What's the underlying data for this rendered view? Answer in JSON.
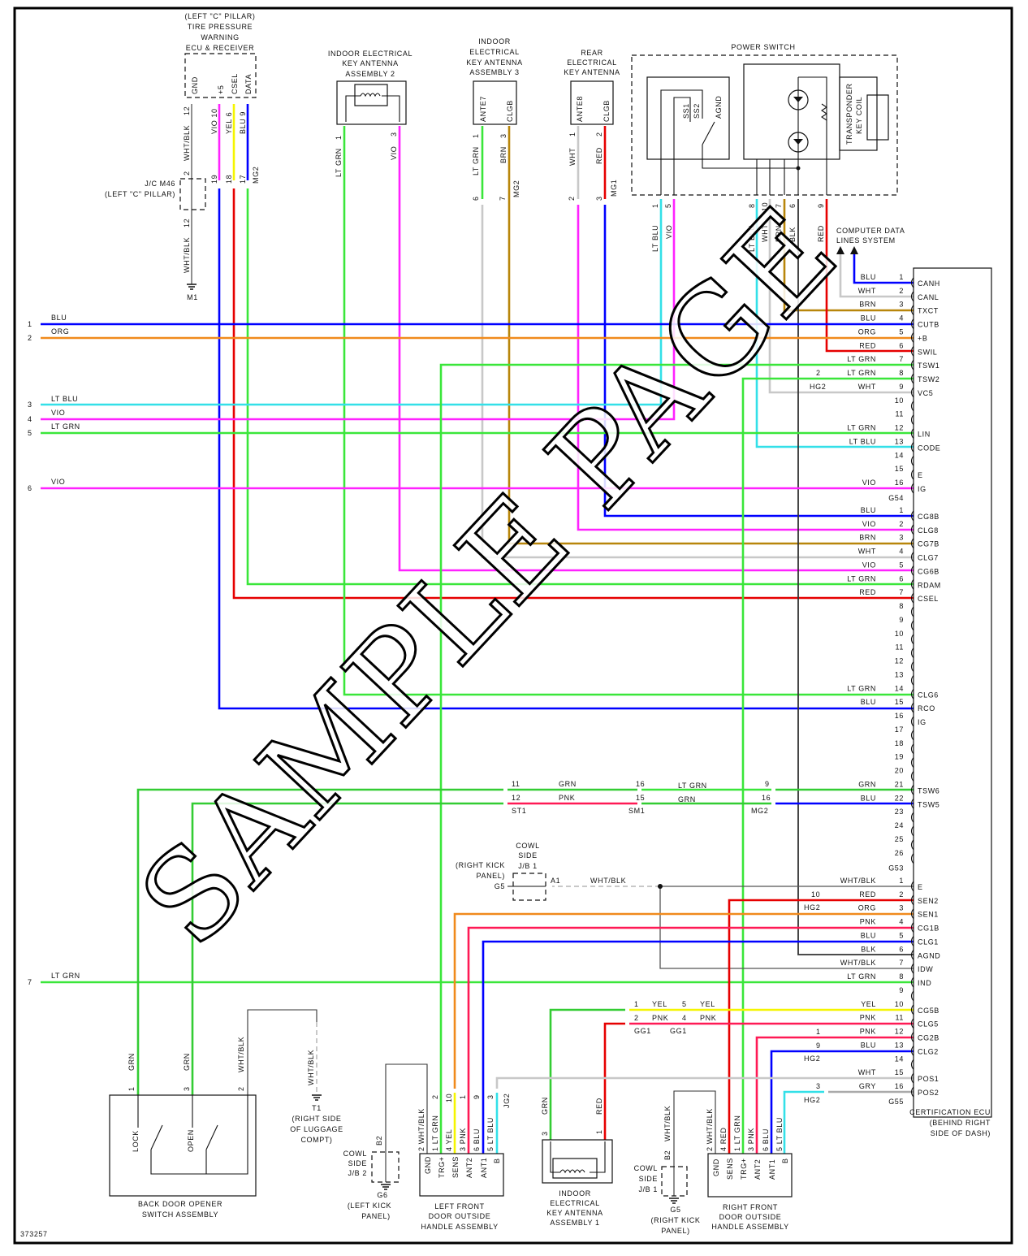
{
  "diagram_id": "373257",
  "watermark": "SAMPLE PAGE",
  "wire_colors": {
    "BLU": "#0000ff",
    "LTGRN": "#3ae63a",
    "GRN": "#33cc33",
    "VIO": "#ff22ff",
    "ORG": "#f08a1c",
    "RED": "#e60000",
    "PNK": "#ff1a55",
    "BRN": "#b8860b",
    "WHT": "#c8c8c8",
    "LTBLU": "#33e0e8",
    "YEL": "#f5f500",
    "BLK": "#333333",
    "WHTBLK": "#555555",
    "GRY": "#aaaaaa"
  },
  "tpms": {
    "title": [
      "(LEFT \"C\" PILLAR)",
      "TIRE PRESSURE",
      "WARNING",
      "ECU & RECEIVER"
    ],
    "pins": [
      "GND",
      "+5",
      "CSEL",
      "DATA"
    ],
    "wires": [
      "12",
      "WHT/BLK",
      "VIO 10",
      "YEL 6",
      "BLU 9"
    ],
    "jc_pins": [
      "2",
      "19",
      "18",
      "17",
      "MG2"
    ],
    "jc_label": [
      "J/C M46",
      "(LEFT \"C\" PILLAR)"
    ],
    "ground_wires": [
      "12",
      "WHT/BLK"
    ],
    "ground": "M1"
  },
  "antenna2": {
    "title": [
      "INDOOR ELECTRICAL",
      "KEY ANTENNA",
      "ASSEMBLY 2"
    ],
    "wires": [
      "1",
      "LT GRN",
      "3",
      "VIO"
    ]
  },
  "antenna3": {
    "title": [
      "INDOOR",
      "ELECTRICAL",
      "KEY ANTENNA",
      "ASSEMBLY 3"
    ],
    "pins": [
      "ANTE7",
      "CLGB"
    ],
    "wires": [
      "1",
      "LT GRN",
      "3",
      "BRN"
    ],
    "connector": [
      "6",
      "7",
      "MG2"
    ]
  },
  "rear_antenna": {
    "title": [
      "REAR",
      "ELECTRICAL",
      "KEY ANTENNA"
    ],
    "pins": [
      "ANTE8",
      "CLGB"
    ],
    "wires": [
      "1",
      "WHT",
      "2",
      "RED"
    ],
    "connector": [
      "2",
      "3",
      "MG1"
    ]
  },
  "power_switch": {
    "title": "POWER SWITCH",
    "pins": [
      "SS1",
      "SS2",
      "AGND"
    ],
    "coil": [
      "TRANSPONDER",
      "KEY COIL"
    ],
    "pin_numbers": [
      "1",
      "5",
      "8",
      "10",
      "7",
      "6",
      "9"
    ],
    "wires": [
      "LT BLU",
      "VIO",
      "LT BLU",
      "WHT",
      "BRN",
      "BLK",
      "RED"
    ]
  },
  "data_lines": [
    "COMPUTER DATA",
    "LINES SYSTEM"
  ],
  "left_wires": [
    {
      "n": "1",
      "label": "BLU"
    },
    {
      "n": "2",
      "label": "ORG"
    },
    {
      "n": "3",
      "label": "LT BLU"
    },
    {
      "n": "4",
      "label": "VIO"
    },
    {
      "n": "5",
      "label": "LT GRN"
    },
    {
      "n": "6",
      "label": "VIO"
    },
    {
      "n": "7",
      "label": "LT GRN"
    }
  ],
  "inline_connectors": {
    "tsw2": [
      "2",
      "HG2"
    ],
    "row21": [
      "11",
      "GRN",
      "16",
      "LT GRN",
      "9"
    ],
    "row22": [
      "12",
      "PNK",
      "15",
      "GRN",
      "16"
    ],
    "ids": [
      "ST1",
      "SM1",
      "MG2"
    ],
    "sen2": [
      "10",
      "HG2"
    ],
    "cg2": [
      "1",
      "9",
      "HG2"
    ],
    "pos2": [
      "3",
      "HG2"
    ],
    "gg1": [
      "1",
      "YEL",
      "5",
      "YEL",
      "2",
      "PNK",
      "4",
      "PNK",
      "GG1",
      "GG1"
    ]
  },
  "cowl_jb1_top": {
    "title": [
      "COWL",
      "SIDE",
      "J/B 1"
    ],
    "location": [
      "(RIGHT KICK",
      "PANEL)"
    ],
    "ground": "G5",
    "pin": "A1",
    "wire": "WHT/BLK"
  },
  "back_door": {
    "title": [
      "BACK DOOR OPENER",
      "SWITCH ASSEMBLY"
    ],
    "wires": [
      "GRN",
      "GRN",
      "WHT/BLK"
    ],
    "pins": [
      "1",
      "3",
      "2"
    ],
    "switches": [
      "LOCK",
      "OPEN"
    ]
  },
  "t1": {
    "wire": "WHT/BLK",
    "name": "T1",
    "location": [
      "(RIGHT SIDE",
      "OF LUGGAGE",
      "COMPT)"
    ]
  },
  "cowl_jb2": {
    "pin": "B2",
    "title": [
      "COWL",
      "SIDE",
      "J/B 2"
    ],
    "ground": "G6",
    "location": [
      "(LEFT KICK",
      "PANEL)"
    ]
  },
  "left_handle": {
    "title": [
      "LEFT FRONT",
      "DOOR OUTSIDE",
      "HANDLE ASSEMBLY"
    ],
    "pins": [
      "GND",
      "TRG+",
      "SENS",
      "ANT2",
      "ANT1",
      "B"
    ],
    "wires": [
      "2 WHT/BLK",
      "1 LT GRN",
      "4 YEL",
      "3 PNK",
      "6 BLU",
      "5 LT BLU"
    ],
    "connector": [
      "2",
      "10",
      "1",
      "9",
      "3",
      "JG2"
    ]
  },
  "antenna1": {
    "title": [
      "INDOOR",
      "ELECTRICAL",
      "KEY ANTENNA",
      "ASSEMBLY 1"
    ],
    "wires": [
      "GRN",
      "RED"
    ],
    "pins": [
      "3",
      "1"
    ]
  },
  "cowl_jb1_bottom": {
    "wire": "WHT/BLK",
    "pin": "B2",
    "title": [
      "COWL",
      "SIDE",
      "J/B 1"
    ],
    "ground": "G5",
    "location": [
      "(RIGHT KICK",
      "PANEL)"
    ]
  },
  "right_handle": {
    "title": [
      "RIGHT FRONT",
      "DOOR OUTSIDE",
      "HANDLE ASSEMBLY"
    ],
    "pins": [
      "GND",
      "SENS",
      "TRG+",
      "ANT2",
      "ANT1",
      "B"
    ],
    "wires": [
      "2 WHT/BLK",
      "4 RED",
      "1 LT GRN",
      "3 PNK",
      "6 BLU",
      "5 LT BLU"
    ]
  },
  "ecu": {
    "title": [
      "CERTIFICATION ECU",
      "(BEHIND RIGHT",
      "SIDE OF DASH)"
    ],
    "connectors": [
      {
        "id": "G54",
        "pins": [
          {
            "n": "1",
            "wire": "BLU",
            "name": "CANH"
          },
          {
            "n": "2",
            "wire": "WHT",
            "name": "CANL"
          },
          {
            "n": "3",
            "wire": "BRN",
            "name": "TXCT"
          },
          {
            "n": "4",
            "wire": "BLU",
            "name": "CUTB"
          },
          {
            "n": "5",
            "wire": "ORG",
            "name": "+B"
          },
          {
            "n": "6",
            "wire": "RED",
            "name": "SWIL"
          },
          {
            "n": "7",
            "wire": "LT GRN",
            "name": "TSW1"
          },
          {
            "n": "8",
            "wire": "LT GRN",
            "name": "TSW2"
          },
          {
            "n": "9",
            "wire": "WHT",
            "name": "VC5"
          },
          {
            "n": "10",
            "wire": "",
            "name": ""
          },
          {
            "n": "11",
            "wire": "",
            "name": ""
          },
          {
            "n": "12",
            "wire": "LT GRN",
            "name": "LIN"
          },
          {
            "n": "13",
            "wire": "LT BLU",
            "name": "CODE"
          },
          {
            "n": "14",
            "wire": "",
            "name": ""
          },
          {
            "n": "15",
            "wire": "",
            "name": "E"
          },
          {
            "n": "16",
            "wire": "VIO",
            "name": "IG"
          }
        ]
      },
      {
        "id": "G53",
        "pins": [
          {
            "n": "1",
            "wire": "BLU",
            "name": "CG8B"
          },
          {
            "n": "2",
            "wire": "VIO",
            "name": "CLG8"
          },
          {
            "n": "3",
            "wire": "BRN",
            "name": "CG7B"
          },
          {
            "n": "4",
            "wire": "WHT",
            "name": "CLG7"
          },
          {
            "n": "5",
            "wire": "VIO",
            "name": "CG6B"
          },
          {
            "n": "6",
            "wire": "LT GRN",
            "name": "RDAM"
          },
          {
            "n": "7",
            "wire": "RED",
            "name": "CSEL"
          },
          {
            "n": "8",
            "wire": "",
            "name": ""
          },
          {
            "n": "9",
            "wire": "",
            "name": ""
          },
          {
            "n": "10",
            "wire": "",
            "name": ""
          },
          {
            "n": "11",
            "wire": "",
            "name": ""
          },
          {
            "n": "12",
            "wire": "",
            "name": ""
          },
          {
            "n": "13",
            "wire": "",
            "name": ""
          },
          {
            "n": "14",
            "wire": "LT GRN",
            "name": "CLG6"
          },
          {
            "n": "15",
            "wire": "BLU",
            "name": "RCO"
          },
          {
            "n": "16",
            "wire": "",
            "name": "IG"
          },
          {
            "n": "17",
            "wire": "",
            "name": ""
          },
          {
            "n": "18",
            "wire": "",
            "name": ""
          },
          {
            "n": "19",
            "wire": "",
            "name": ""
          },
          {
            "n": "20",
            "wire": "",
            "name": ""
          },
          {
            "n": "21",
            "wire": "GRN",
            "name": "TSW6"
          },
          {
            "n": "22",
            "wire": "BLU",
            "name": "TSW5"
          },
          {
            "n": "23",
            "wire": "",
            "name": ""
          },
          {
            "n": "24",
            "wire": "",
            "name": ""
          },
          {
            "n": "25",
            "wire": "",
            "name": ""
          },
          {
            "n": "26",
            "wire": "",
            "name": ""
          }
        ]
      },
      {
        "id": "G55",
        "pins": [
          {
            "n": "1",
            "wire": "WHT/BLK",
            "name": "E"
          },
          {
            "n": "2",
            "wire": "RED",
            "name": "SEN2"
          },
          {
            "n": "3",
            "wire": "ORG",
            "name": "SEN1"
          },
          {
            "n": "4",
            "wire": "PNK",
            "name": "CG1B"
          },
          {
            "n": "5",
            "wire": "BLU",
            "name": "CLG1"
          },
          {
            "n": "6",
            "wire": "BLK",
            "name": "AGND"
          },
          {
            "n": "7",
            "wire": "WHT/BLK",
            "name": "IDW"
          },
          {
            "n": "8",
            "wire": "LT GRN",
            "name": "IND"
          },
          {
            "n": "9",
            "wire": "",
            "name": ""
          },
          {
            "n": "10",
            "wire": "YEL",
            "name": "CG5B"
          },
          {
            "n": "11",
            "wire": "PNK",
            "name": "CLG5"
          },
          {
            "n": "12",
            "wire": "PNK",
            "name": "CG2B"
          },
          {
            "n": "13",
            "wire": "BLU",
            "name": "CLG2"
          },
          {
            "n": "14",
            "wire": "",
            "name": ""
          },
          {
            "n": "15",
            "wire": "WHT",
            "name": "POS1"
          },
          {
            "n": "16",
            "wire": "GRY",
            "name": "POS2"
          }
        ]
      }
    ]
  }
}
